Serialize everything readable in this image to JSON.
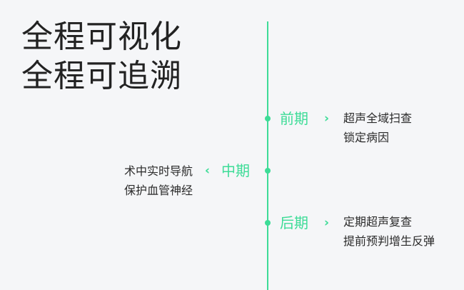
{
  "headline": {
    "line1": "全程可视化",
    "line2": "全程可追溯"
  },
  "colors": {
    "accent": "#3ddc97",
    "text": "#222222",
    "background": "#f5f6f8"
  },
  "phases": {
    "early": {
      "label": "前期",
      "chevron": "›",
      "lines": [
        "超声全域扫查",
        "锁定病因"
      ]
    },
    "mid": {
      "label": "中期",
      "chevron": "‹",
      "lines": [
        "术中实时导航",
        "保护血管神经"
      ]
    },
    "late": {
      "label": "后期",
      "chevron": "›",
      "lines": [
        "定期超声复查",
        "提前预判增生反弹"
      ]
    }
  }
}
